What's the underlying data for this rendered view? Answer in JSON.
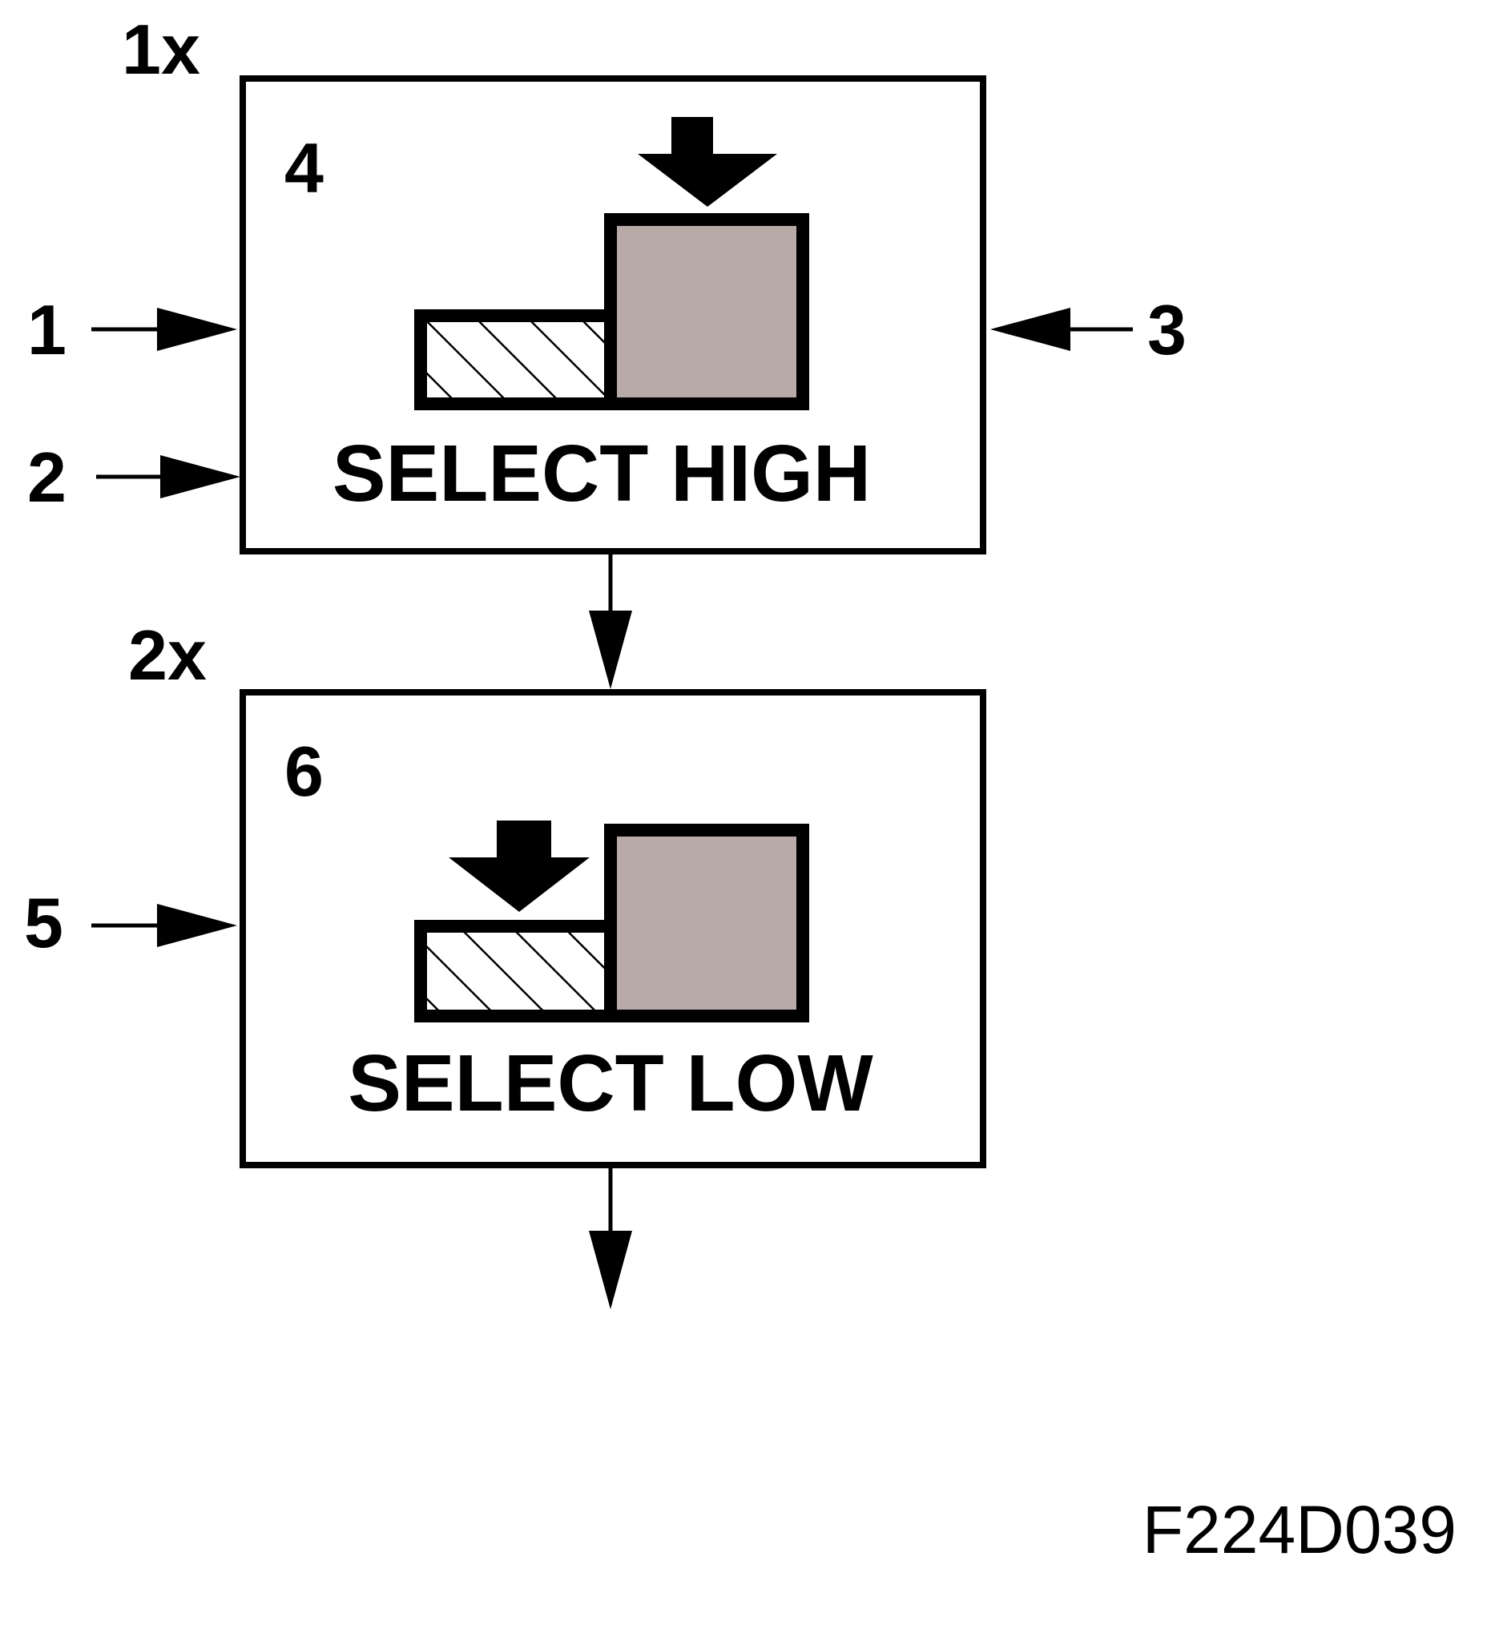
{
  "diagram": {
    "colors": {
      "line": "#000000",
      "background": "#ffffff",
      "high_block_fill": "#b7aaa7",
      "low_block_fill": "#ffffff"
    },
    "block_high": {
      "multiplier": "1x",
      "number": "4",
      "caption": "SELECT HIGH",
      "pointer_icon": "down-arrow-pointing-to-larger-block"
    },
    "block_low": {
      "multiplier": "2x",
      "number": "6",
      "caption": "SELECT LOW",
      "pointer_icon": "down-arrow-pointing-to-smaller-block"
    },
    "inputs": {
      "input_1": "1",
      "input_2": "2",
      "input_3": "3",
      "input_5": "5"
    },
    "figure_code": "F224D039"
  }
}
